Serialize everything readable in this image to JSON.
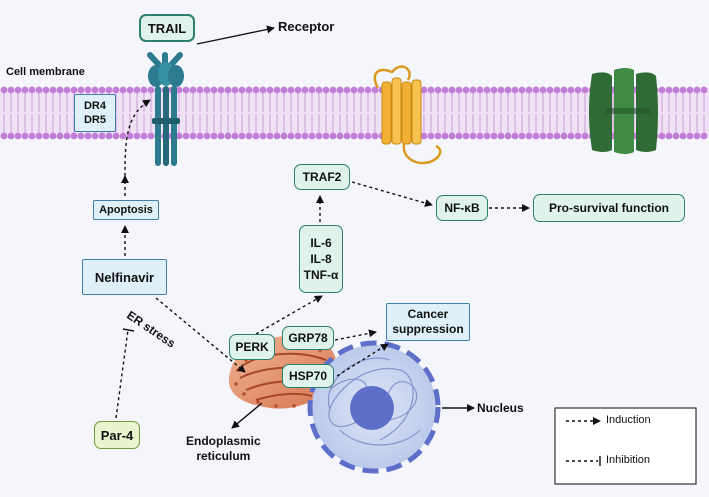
{
  "labels": {
    "trail": "TRAIL",
    "receptor": "Receptor",
    "cell_membrane": "Cell membrane",
    "dr4": "DR4",
    "dr5": "DR5",
    "apoptosis": "Apoptosis",
    "nelfinavir": "Nelfinavir",
    "er_stress": "ER stress",
    "par4": "Par-4",
    "traf2": "TRAF2",
    "il6": "IL-6",
    "il8": "IL-8",
    "tnfa": "TNF-α",
    "nfkb": "NF-κB",
    "pro_survival": "Pro-survival function",
    "perk": "PERK",
    "grp78": "GRP78",
    "hsp70": "HSP70",
    "cancer_suppression_1": "Cancer",
    "cancer_suppression_2": "suppression",
    "er_1": "Endoplasmic",
    "er_2": "reticulum",
    "nucleus": "Nucleus"
  },
  "legend": {
    "induction": "Induction",
    "inhibition": "Inhibition"
  },
  "colors": {
    "membrane": "#c99fd8",
    "membrane_head": "#c27ed6",
    "receptor": "#2d7b8e",
    "gpcr": "#f2b134",
    "channel": "#2f6b34",
    "nucleus": "#a9b8e0",
    "nucleolus": "#5d6fc9",
    "er": "#e59a78"
  }
}
